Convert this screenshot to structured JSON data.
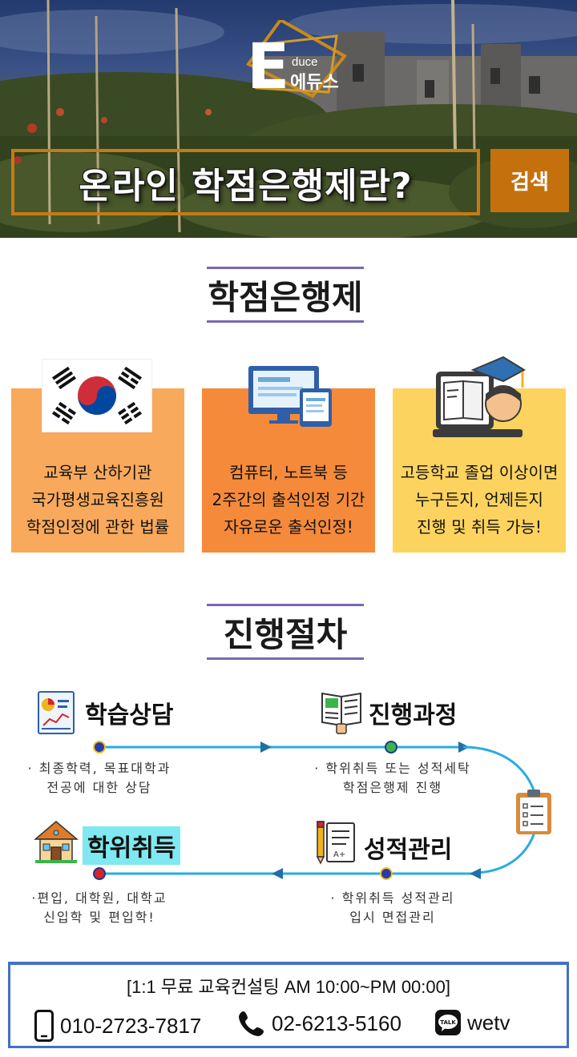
{
  "hero": {
    "logo_letter": "E",
    "logo_text_en": "duce",
    "logo_text_kr": "에듀스",
    "title": "온라인 학점은행제란?",
    "search_label": "검색"
  },
  "section1": {
    "title": "학점은행제",
    "cards": [
      {
        "lines": [
          "교육부 산하기관",
          "국가평생교육진흥원",
          "학점인정에 관한 법률"
        ],
        "color": "#f8a95c",
        "icon": "korea-flag-icon"
      },
      {
        "lines": [
          "컴퓨터, 노트북 등",
          "2주간의 출석인정 기간",
          "자유로운 출석인정!"
        ],
        "color": "#f58a3a",
        "icon": "computer-devices-icon"
      },
      {
        "lines": [
          "고등학교 졸업 이상이면",
          "누구든지, 언제든지",
          "진행 및 취득 가능!"
        ],
        "color": "#fcd35e",
        "icon": "graduate-study-icon"
      }
    ]
  },
  "section2": {
    "title": "진행절차",
    "steps": [
      {
        "label": "학습상담",
        "desc": [
          "· 최종학력, 목표대학과",
          "전공에 대한 상담"
        ],
        "icon": "report-chart-icon"
      },
      {
        "label": "진행과정",
        "desc": [
          "· 학위취득 또는 성적세탁",
          "학점은행제 진행"
        ],
        "icon": "open-book-icon"
      },
      {
        "label": "성적관리",
        "desc": [
          "· 학위취득 성적관리",
          "입시 면접관리"
        ],
        "icon": "pen-paper-icon"
      },
      {
        "label": "학위취득",
        "desc": [
          "·편입, 대학원, 대학교",
          "신입학 및 편입학!"
        ],
        "icon": "house-icon"
      }
    ],
    "colors": {
      "line": "#29abe2",
      "dot_blue": "#2a3aa8",
      "dot_green": "#3bb54a",
      "dot_red": "#d8232a",
      "highlight": "#7fe8f0"
    }
  },
  "contact": {
    "consult": "[1:1 무료 교육컨설팅 AM 10:00~PM 00:00]",
    "mobile": "010-2723-7817",
    "phone": "02-6213-5160",
    "kakao_badge": "TALK",
    "kakao_id": "wetv"
  }
}
